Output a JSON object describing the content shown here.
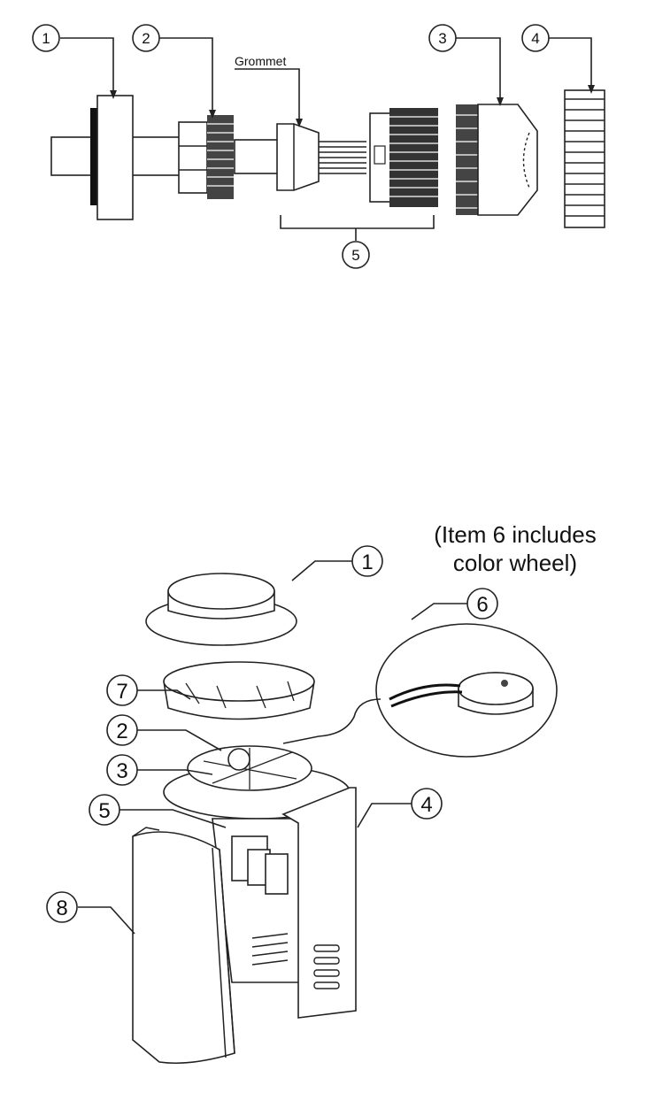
{
  "top_diagram": {
    "callouts": [
      "1",
      "2",
      "3",
      "4",
      "5"
    ],
    "grommet_label": "Grommet"
  },
  "bottom_diagram": {
    "callouts": [
      "1",
      "2",
      "3",
      "4",
      "5",
      "6",
      "7",
      "8"
    ],
    "note_line1": "(Item 6 includes",
    "note_line2": "color wheel)"
  }
}
